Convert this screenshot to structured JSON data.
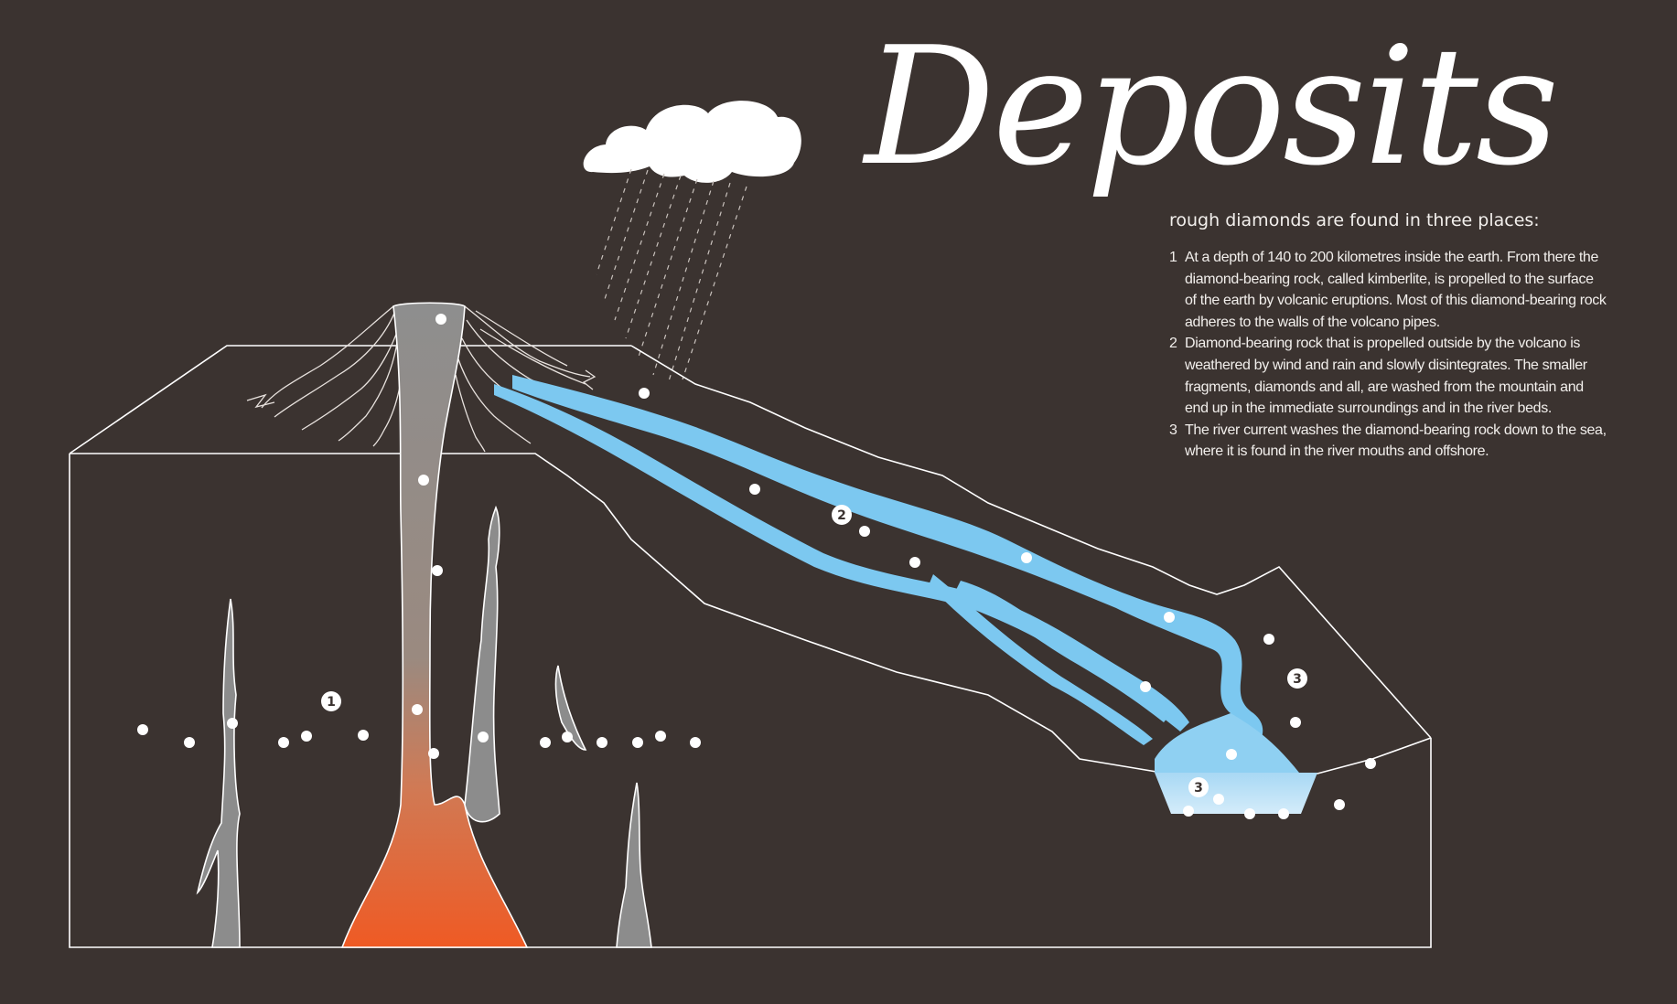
{
  "title": "Deposits",
  "intro": "rough diamonds are found in three places:",
  "steps": [
    {
      "number": "1",
      "text": "At a depth of 140 to 200 kilometres inside the earth. From there the diamond-bearing rock, called kimberlite, is propelled to the surface of the earth by volcanic eruptions. Most of this diamond-bearing rock adheres to the walls of the volcano pipes."
    },
    {
      "number": "2",
      "text": "Diamond-bearing rock that is propelled outside by the volcano is weathered by wind and rain and slowly disintegrates. The smaller fragments, diamonds and all, are washed from the mountain and end up in the immediate surroundings and in the river beds."
    },
    {
      "number": "3",
      "text": "The river current washes the diamond-bearing rock down to the sea, where it is found in the river mouths and offshore."
    }
  ],
  "markers": [
    "1",
    "2",
    "3",
    "3"
  ],
  "colors": {
    "background": "#3b3330",
    "river": "#7cc8f0",
    "sea": "#bfe3f8",
    "magma": "#ef5a24",
    "pipe": "#8c8c8c",
    "diamond": "#ffffff"
  },
  "icons": [
    "cloud-icon",
    "diamond-icon",
    "volcano-icon"
  ]
}
